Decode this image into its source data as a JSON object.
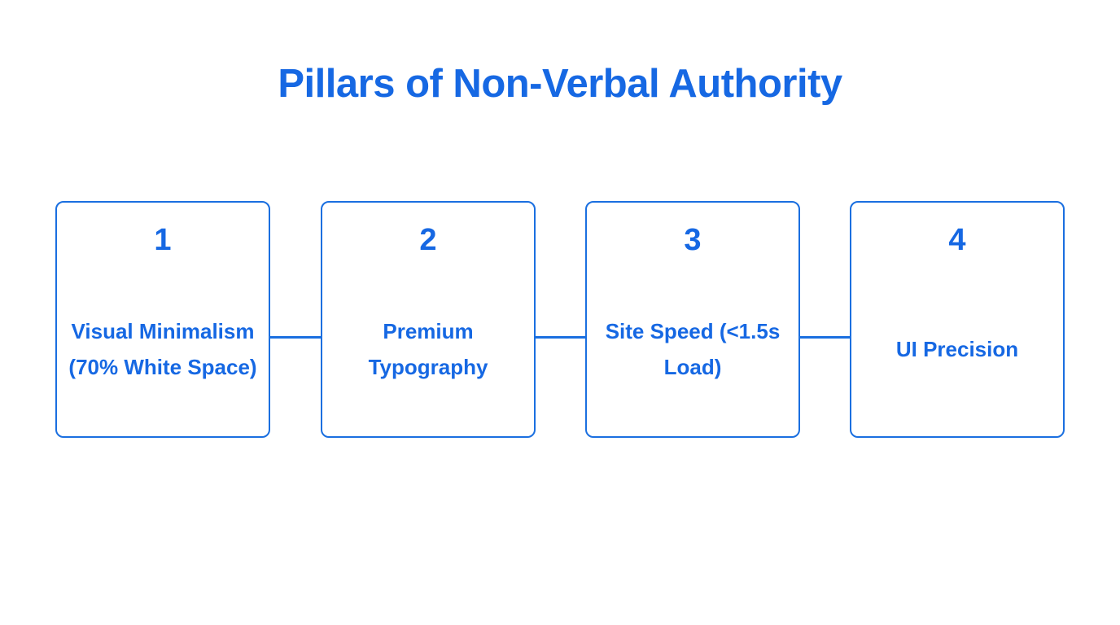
{
  "slide": {
    "title": "Pillars of Non-Verbal Authority",
    "background_color": "#ffffff",
    "accent_color": "#1668e3",
    "border_color": "#1a6fe0"
  },
  "flow": {
    "connector_color": "#1a6fe0",
    "cards": [
      {
        "number": "1",
        "label": "Visual Minimalism (70% White Space)"
      },
      {
        "number": "2",
        "label": "Premium Typography"
      },
      {
        "number": "3",
        "label": "Site Speed (<1.5s Load)"
      },
      {
        "number": "4",
        "label": "UI Precision"
      }
    ]
  }
}
